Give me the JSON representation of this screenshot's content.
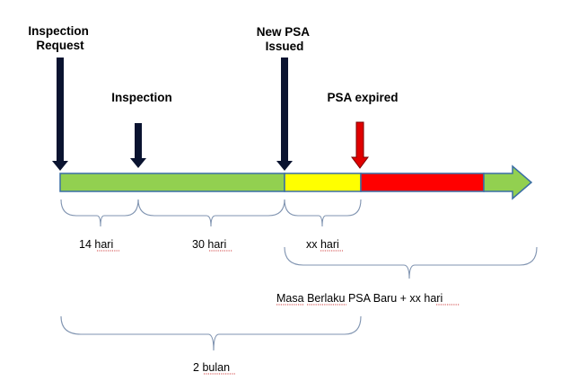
{
  "events": {
    "inspection_request": [
      "Inspection",
      "Request"
    ],
    "inspection": "Inspection",
    "new_psa_issued": [
      "New PSA",
      "Issued"
    ],
    "psa_expired": "PSA expired"
  },
  "durations": {
    "d14": {
      "num": "14",
      "unit": "hari"
    },
    "d30": {
      "num": "30",
      "unit": "hari"
    },
    "dxx": {
      "num": "xx",
      "unit": "hari"
    },
    "masa": {
      "pre": "Masa",
      "w1": "Berlaku",
      "mid": "PSA",
      "w2": "Baru",
      "post": "+ xx",
      "unit": "hari"
    },
    "bulan": {
      "num": "2",
      "unit": "bulan"
    }
  },
  "colors": {
    "green": "#92d050",
    "yellow": "#ffff00",
    "red": "#ff0000",
    "border": "#3a6ea5",
    "arrow_dark": "#0a1330",
    "brace": "#7f93b0"
  }
}
